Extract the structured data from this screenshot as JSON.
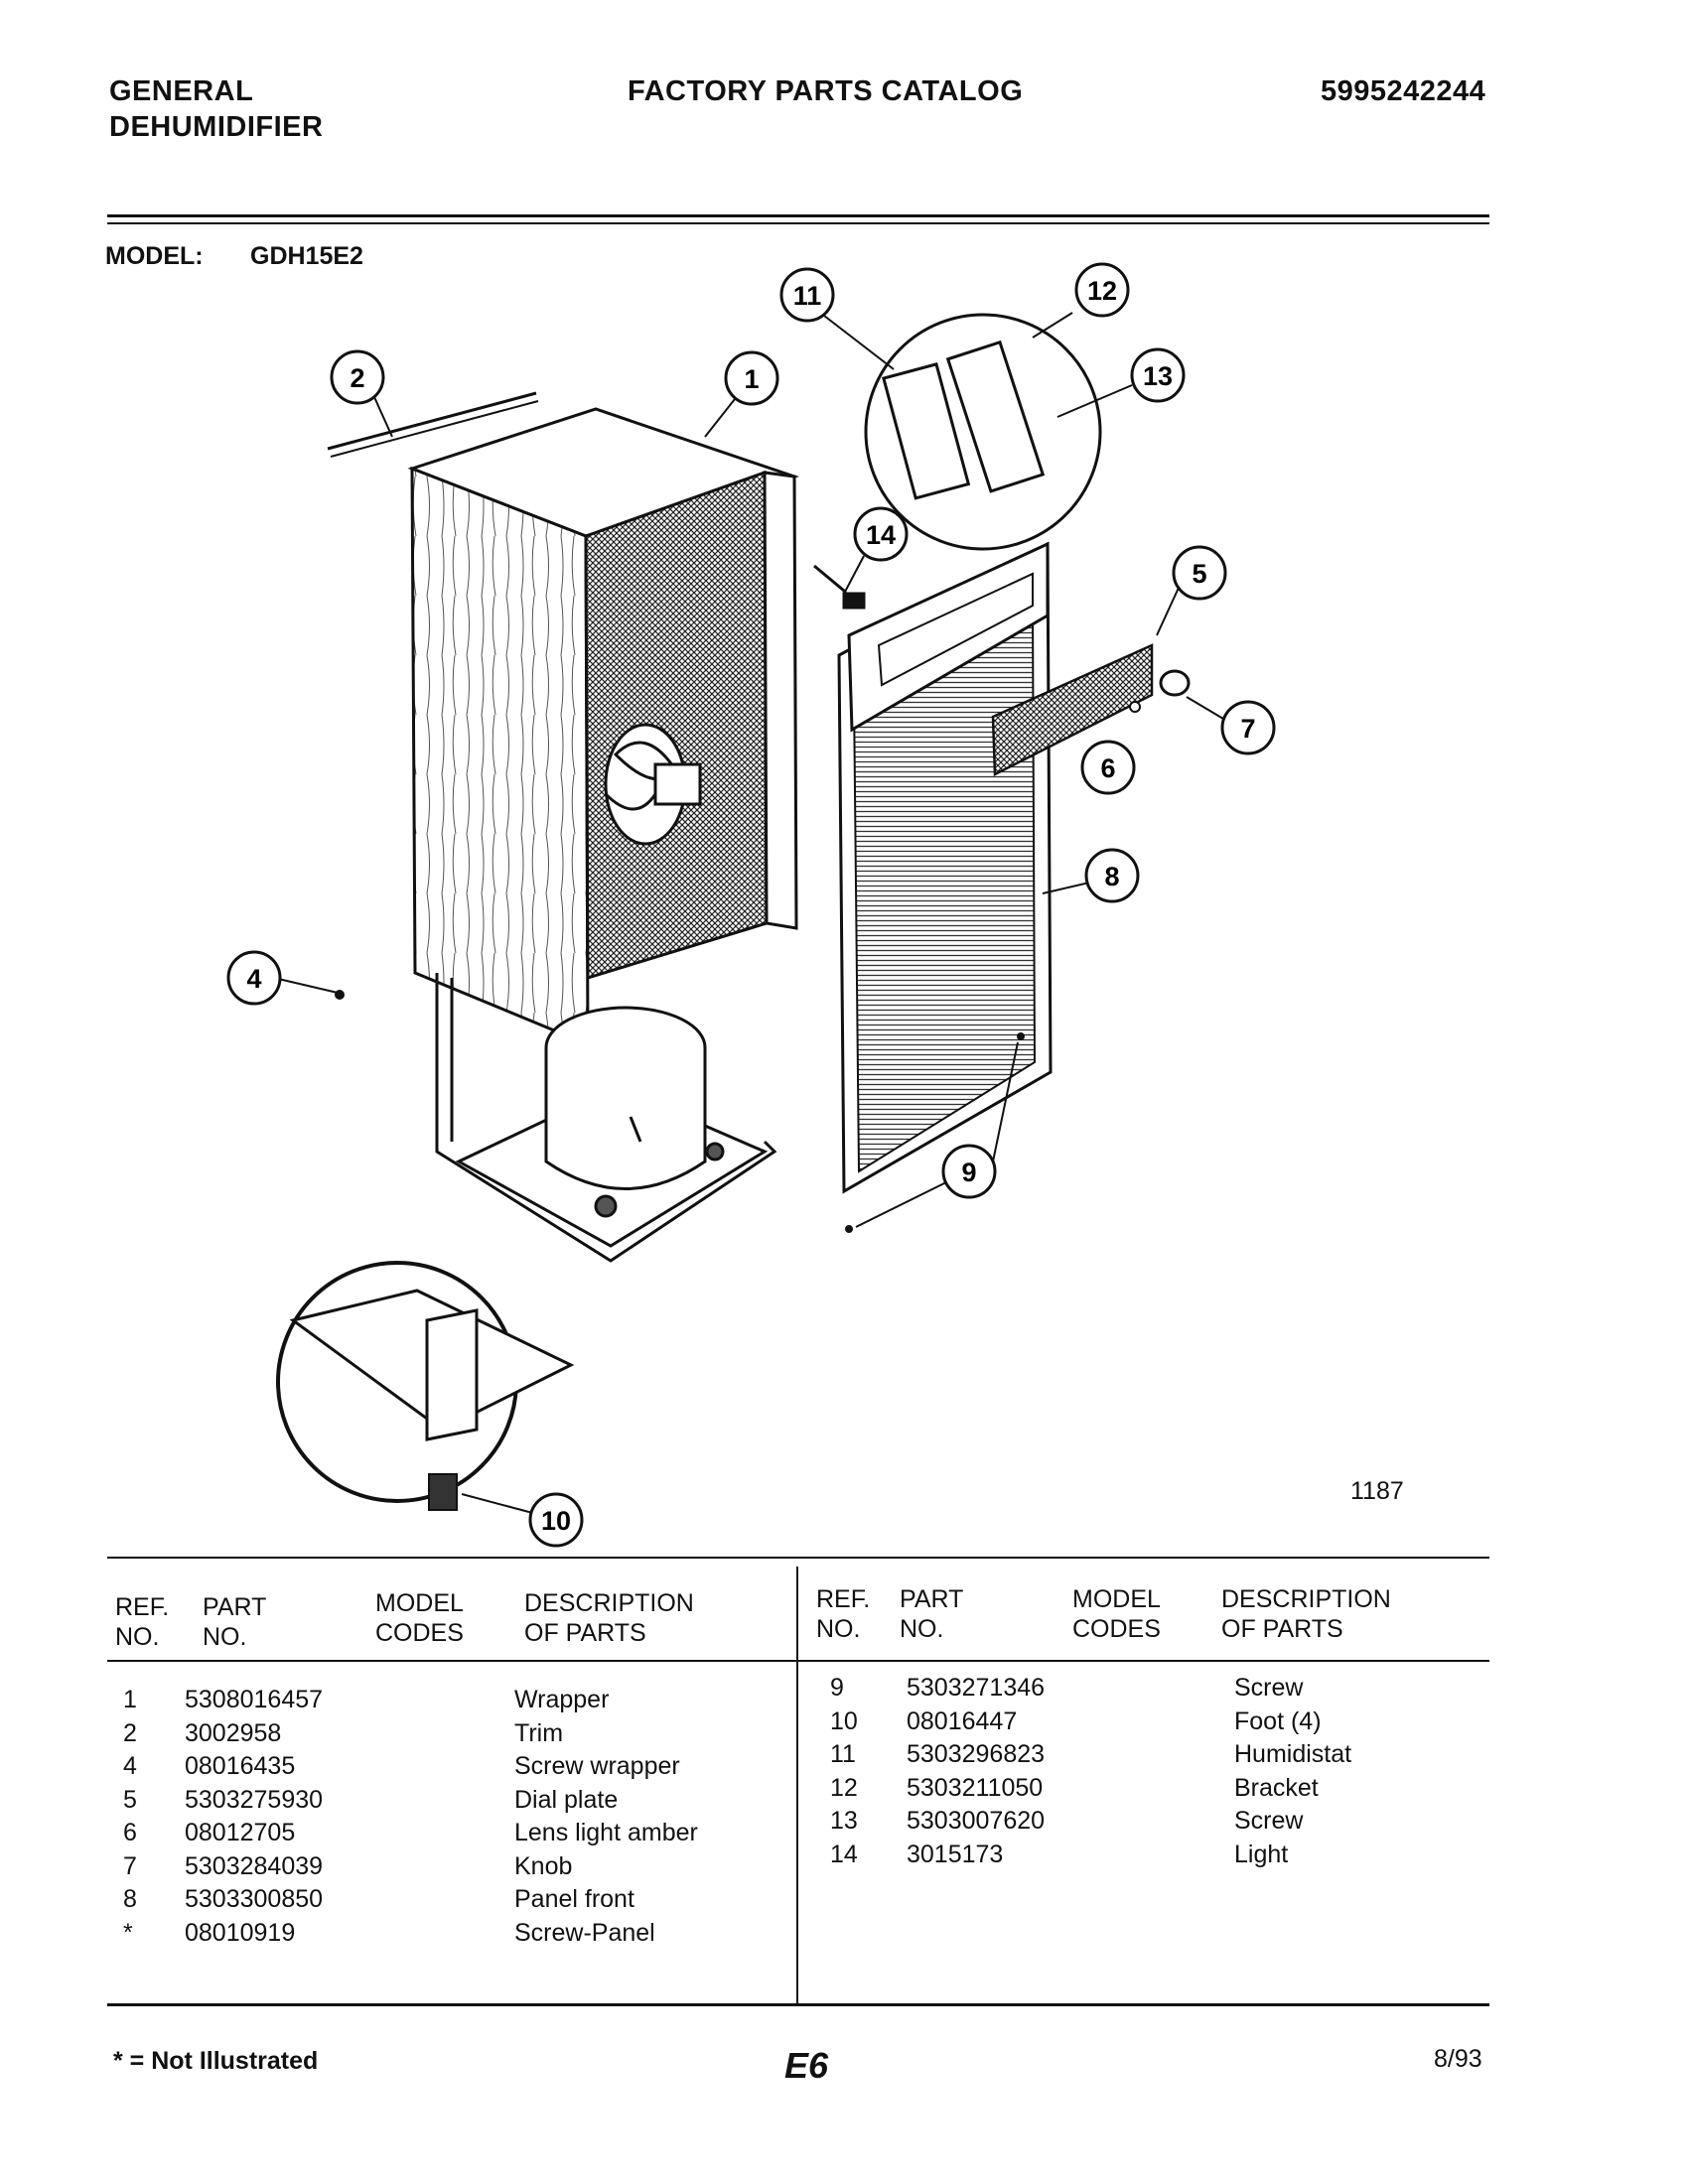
{
  "header": {
    "left_line1": "GENERAL",
    "left_line2": "DEHUMIDIFIER",
    "center": "FACTORY PARTS CATALOG",
    "right": "5995242244"
  },
  "model": {
    "label": "MODEL:",
    "value": "GDH15E2"
  },
  "diagram": {
    "callouts": [
      "1",
      "2",
      "4",
      "5",
      "6",
      "7",
      "8",
      "9",
      "10",
      "11",
      "12",
      "13",
      "14"
    ],
    "figure_number": "1187"
  },
  "table": {
    "headers": {
      "ref_line1": "REF.",
      "ref_line2": "NO.",
      "part_line1": "PART",
      "part_line2": "NO.",
      "model_line1": "MODEL",
      "model_line2": "CODES",
      "desc_line1": "DESCRIPTION",
      "desc_line2": "OF PARTS"
    },
    "left_rows": [
      {
        "ref": "1",
        "part": "5308016457",
        "desc": "Wrapper"
      },
      {
        "ref": "2",
        "part": "3002958",
        "desc": "Trim"
      },
      {
        "ref": "4",
        "part": "08016435",
        "desc": "Screw wrapper"
      },
      {
        "ref": "5",
        "part": "5303275930",
        "desc": "Dial plate"
      },
      {
        "ref": "6",
        "part": "08012705",
        "desc": "Lens light amber"
      },
      {
        "ref": "7",
        "part": "5303284039",
        "desc": "Knob"
      },
      {
        "ref": "8",
        "part": "5303300850",
        "desc": "Panel front"
      },
      {
        "ref": "*",
        "part": "08010919",
        "desc": "Screw-Panel"
      }
    ],
    "right_rows": [
      {
        "ref": "9",
        "part": "5303271346",
        "desc": "Screw"
      },
      {
        "ref": "10",
        "part": "08016447",
        "desc": "Foot (4)"
      },
      {
        "ref": "11",
        "part": "5303296823",
        "desc": "Humidistat"
      },
      {
        "ref": "12",
        "part": "5303211050",
        "desc": "Bracket"
      },
      {
        "ref": "13",
        "part": "5303007620",
        "desc": "Screw"
      },
      {
        "ref": "14",
        "part": "3015173",
        "desc": "Light"
      }
    ]
  },
  "footer": {
    "note": "* = Not Illustrated",
    "page_code": "E6",
    "date": "8/93"
  }
}
